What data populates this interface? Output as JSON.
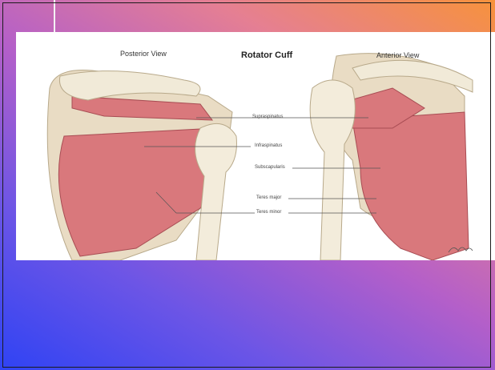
{
  "slide": {
    "title": "Rotator Cuff",
    "posterior_view": "Posterior View",
    "anterior_view": "Anterior View",
    "labels": [
      "Supraspinatus",
      "Infraspinatus",
      "Subscapularis",
      "Teres major",
      "Teres minor"
    ]
  },
  "colors": {
    "muscle": "#d9787c",
    "bone": "#efe7d2",
    "gradient_start": "#2f43f4",
    "gradient_end": "#f7923c"
  }
}
